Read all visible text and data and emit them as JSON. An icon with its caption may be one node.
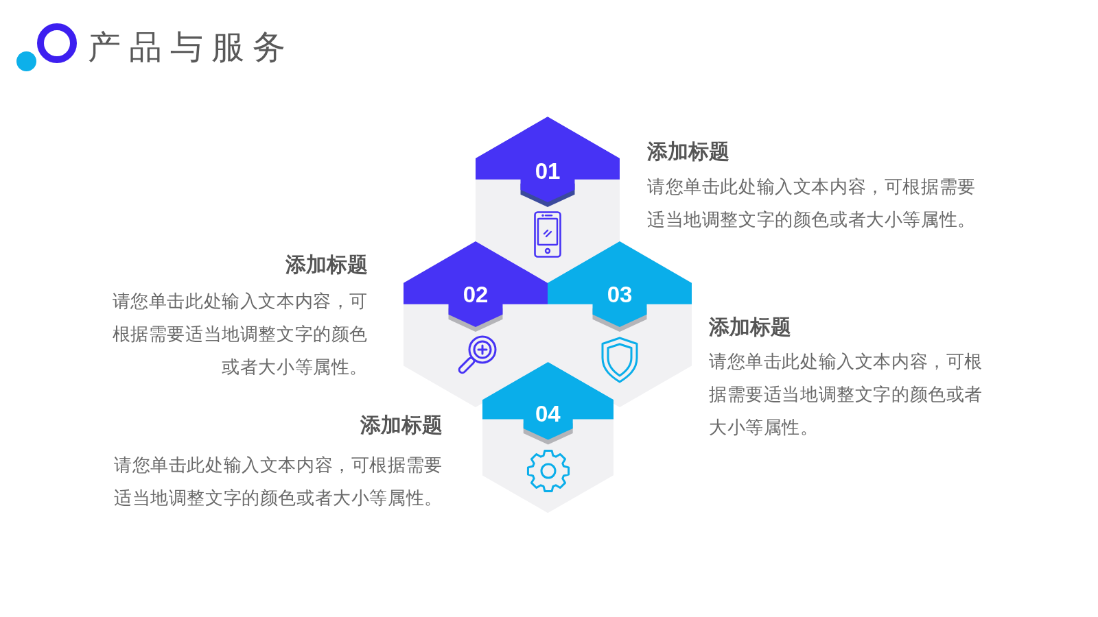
{
  "diagram": {
    "title": "产品与服务",
    "nodes": [
      {
        "text": [
          "01"
        ],
        "beside": [
          "添加标题",
          "请您单击此处输入文本内容，可根据需要适当地调整文字的颜色或者大小等属性。"
        ]
      },
      {
        "text": [
          "02"
        ],
        "beside": [
          "添加标题",
          "请您单击此处输入文本内容，可根据需要适当地调整文字的颜色或者大小等属性。"
        ]
      },
      {
        "text": [
          "03"
        ],
        "beside": [
          "添加标题",
          "请您单击此处输入文本内容，可根据需要适当地调整文字的颜色或者大小等属性。"
        ]
      },
      {
        "text": [
          "04"
        ]
      }
    ],
    "labels": [
      "添加标题",
      "请您单击此处输入文本内容，可根据需要适当地调整文字的颜色或者大小等属性。"
    ]
  }
}
